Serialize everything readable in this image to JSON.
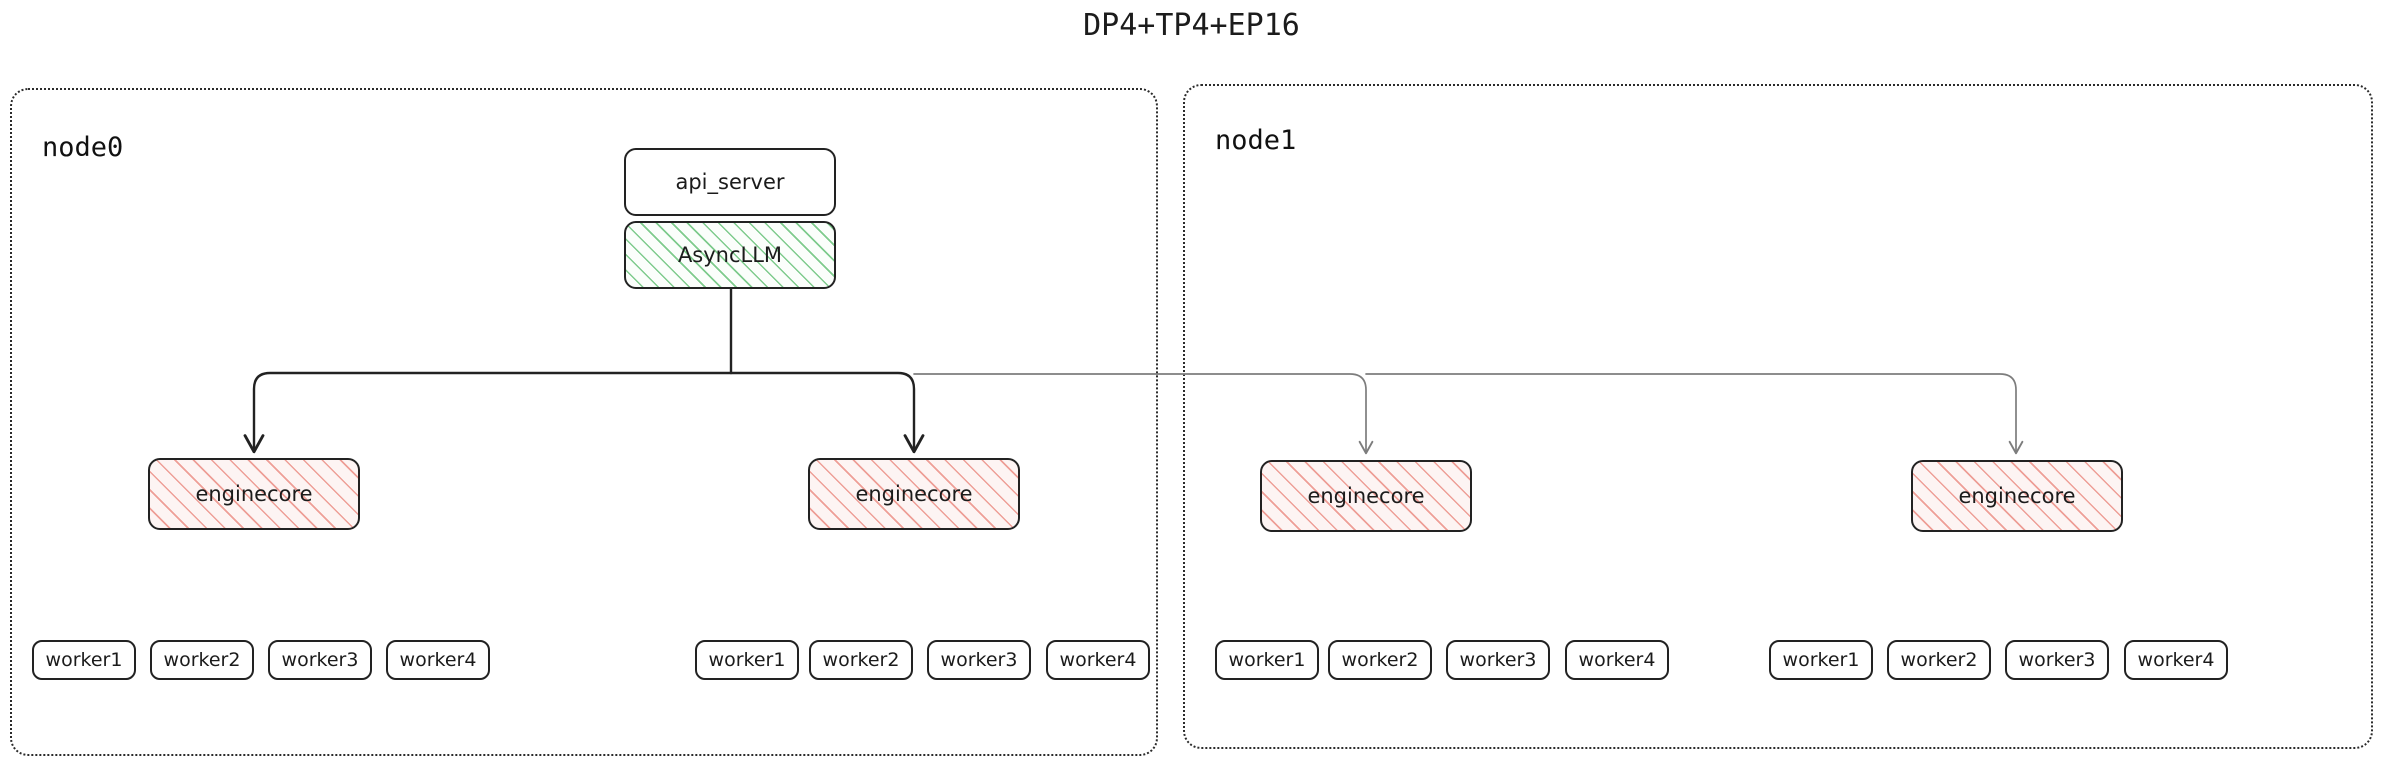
{
  "title": "DP4+TP4+EP16",
  "colors": {
    "stroke_dark": "#222222",
    "stroke_light": "#7d7d7d",
    "hatch_green": "#78c887",
    "hatch_pink": "#e98278",
    "text": "#1b1b1b",
    "background": "#ffffff"
  },
  "nodes": [
    {
      "id": "node0",
      "label": "node0",
      "engines": [
        {
          "id": "node0-engine0",
          "label": "enginecore",
          "workers": [
            {
              "label": "worker1"
            },
            {
              "label": "worker2"
            },
            {
              "label": "worker3"
            },
            {
              "label": "worker4"
            }
          ]
        },
        {
          "id": "node0-engine1",
          "label": "enginecore",
          "workers": [
            {
              "label": "worker1"
            },
            {
              "label": "worker2"
            },
            {
              "label": "worker3"
            },
            {
              "label": "worker4"
            }
          ]
        }
      ]
    },
    {
      "id": "node1",
      "label": "node1",
      "engines": [
        {
          "id": "node1-engine0",
          "label": "enginecore",
          "workers": [
            {
              "label": "worker1"
            },
            {
              "label": "worker2"
            },
            {
              "label": "worker3"
            },
            {
              "label": "worker4"
            }
          ]
        },
        {
          "id": "node1-engine1",
          "label": "enginecore",
          "workers": [
            {
              "label": "worker1"
            },
            {
              "label": "worker2"
            },
            {
              "label": "worker3"
            },
            {
              "label": "worker4"
            }
          ]
        }
      ]
    }
  ],
  "frontend": {
    "api_server": "api_server",
    "async_llm": "AsyncLLM"
  }
}
